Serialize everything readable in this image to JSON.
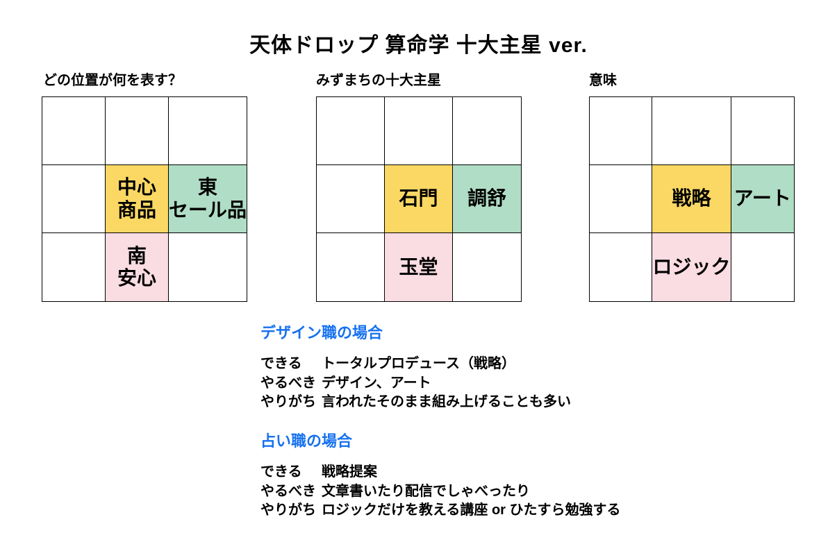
{
  "title": "天体ドロップ 算命学 十大主星 ver.",
  "colors": {
    "cell_yellow": "#FBD863",
    "cell_green": "#B0DDC5",
    "cell_pink": "#FADCE3",
    "heading_blue": "#1671F0",
    "grid_border": "#000000",
    "background": "#FFFFFF"
  },
  "grids": [
    {
      "label": "どの位置が何を表す？",
      "cells": {
        "center": {
          "line1": "中心",
          "line2": "商品"
        },
        "east": {
          "line1": "東",
          "line2": "セール品"
        },
        "south": {
          "line1": "南",
          "line2": "安心"
        }
      }
    },
    {
      "label": "みずまちの十大主星",
      "cells": {
        "center": {
          "line1": "石門"
        },
        "east": {
          "line1": "調舒"
        },
        "south": {
          "line1": "玉堂"
        }
      }
    },
    {
      "label": "意味",
      "cells": {
        "center": {
          "line1": "戦略"
        },
        "east": {
          "line1": "アート"
        },
        "south": {
          "line1": "ロジック"
        }
      }
    }
  ],
  "sections": [
    {
      "heading": "デザイン職の場合",
      "rows": [
        {
          "label": "できる",
          "value": "トータルプロデュース（戦略）"
        },
        {
          "label": "やるべき",
          "value": "デザイン、アート"
        },
        {
          "label": "やりがち",
          "value": "言われたそのまま組み上げることも多い"
        }
      ]
    },
    {
      "heading": "占い職の場合",
      "rows": [
        {
          "label": "できる",
          "value": "戦略提案"
        },
        {
          "label": "やるべき",
          "value": "文章書いたり配信でしゃべったり"
        },
        {
          "label": "やりがち",
          "value": "ロジックだけを教える講座 or ひたすら勉強する"
        }
      ]
    }
  ]
}
